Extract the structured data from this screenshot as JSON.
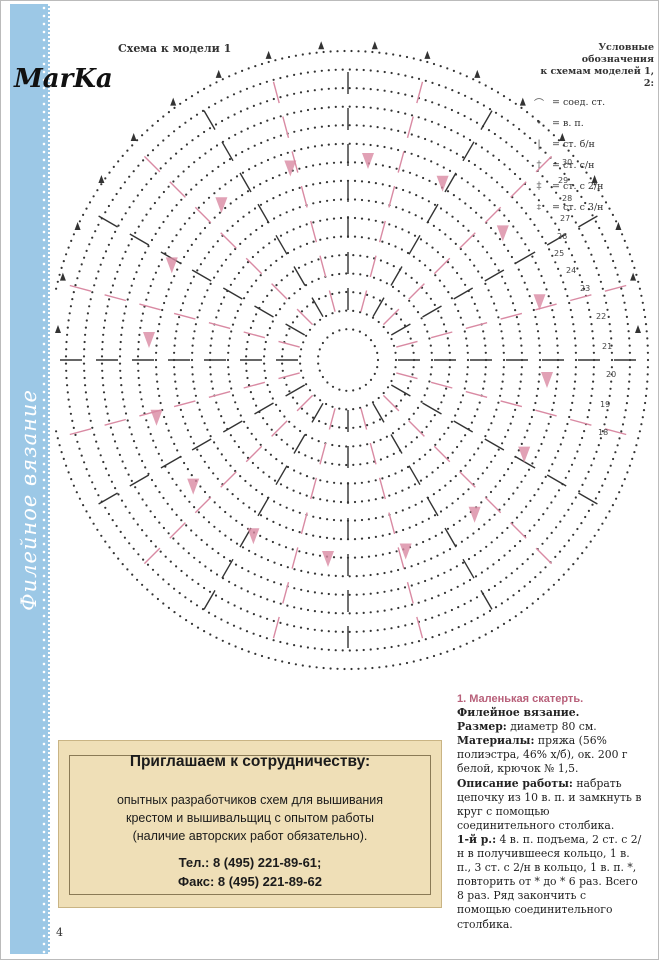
{
  "brand": "MarKa",
  "side_title": "Филейное вязание",
  "scheme_title": "Схема к модели 1",
  "legend": {
    "heading_line1": "Условные обозначения",
    "heading_line2": "к схемам моделей 1, 2:",
    "items": [
      {
        "symbol": "⌒",
        "label": "= соед. ст."
      },
      {
        "symbol": "•",
        "label": "= в. п."
      },
      {
        "symbol": "|",
        "label": "= ст. б/н"
      },
      {
        "symbol": "†",
        "label": "= ст. с/н"
      },
      {
        "symbol": "‡",
        "label": "= ст. с 2/н"
      },
      {
        "symbol": "⧧",
        "label": "= ст. с 3/н"
      }
    ]
  },
  "row_numbers": [
    "30",
    "29",
    "28",
    "27",
    "26",
    "25",
    "24",
    "23",
    "22",
    "21",
    "20",
    "19",
    "18"
  ],
  "ad": {
    "title": "Приглашаем к сотрудничеству:",
    "line1": "опытных разработчиков схем для вышивания",
    "line2": "крестом и вышивальщиц с опытом работы",
    "line3": "(наличие авторских работ обязательно).",
    "phone": "Тел.: 8 (495) 221-89-61;",
    "fax": "Факс: 8 (495) 221-89-62"
  },
  "article": {
    "heading": "1. Маленькая скатерть.",
    "subheading": "Филейное вязание.",
    "size_label": "Размер:",
    "size_value": "диаметр 80 см.",
    "materials_label": "Материалы:",
    "materials_value": "пряжа (56% полиэстра, 46% х/б), ок. 200 г белой, крючок № 1,5.",
    "description_label": "Описание работы:",
    "description_value": "набрать цепочку из 10 в. п. и замкнуть в круг с помощью соединительного столбика.",
    "row1_label": "1-й р.:",
    "row1_value": "4 в. п. подъема, 2 ст. с 2/н в получившееся кольцо, 1 в. п., 3 ст. с 2/н в кольцо, 1 в. п. *, повторить от * до * 6 раз. Всего 8 раз. Ряд закончить с помощью соединительного столбика."
  },
  "page_number": "4",
  "colors": {
    "side_band": "#9cc8e6",
    "ad_background": "#efdfb7",
    "chart_pink": "#d98aa3",
    "chart_dark": "#333333",
    "heading_pink": "#b8607a"
  }
}
